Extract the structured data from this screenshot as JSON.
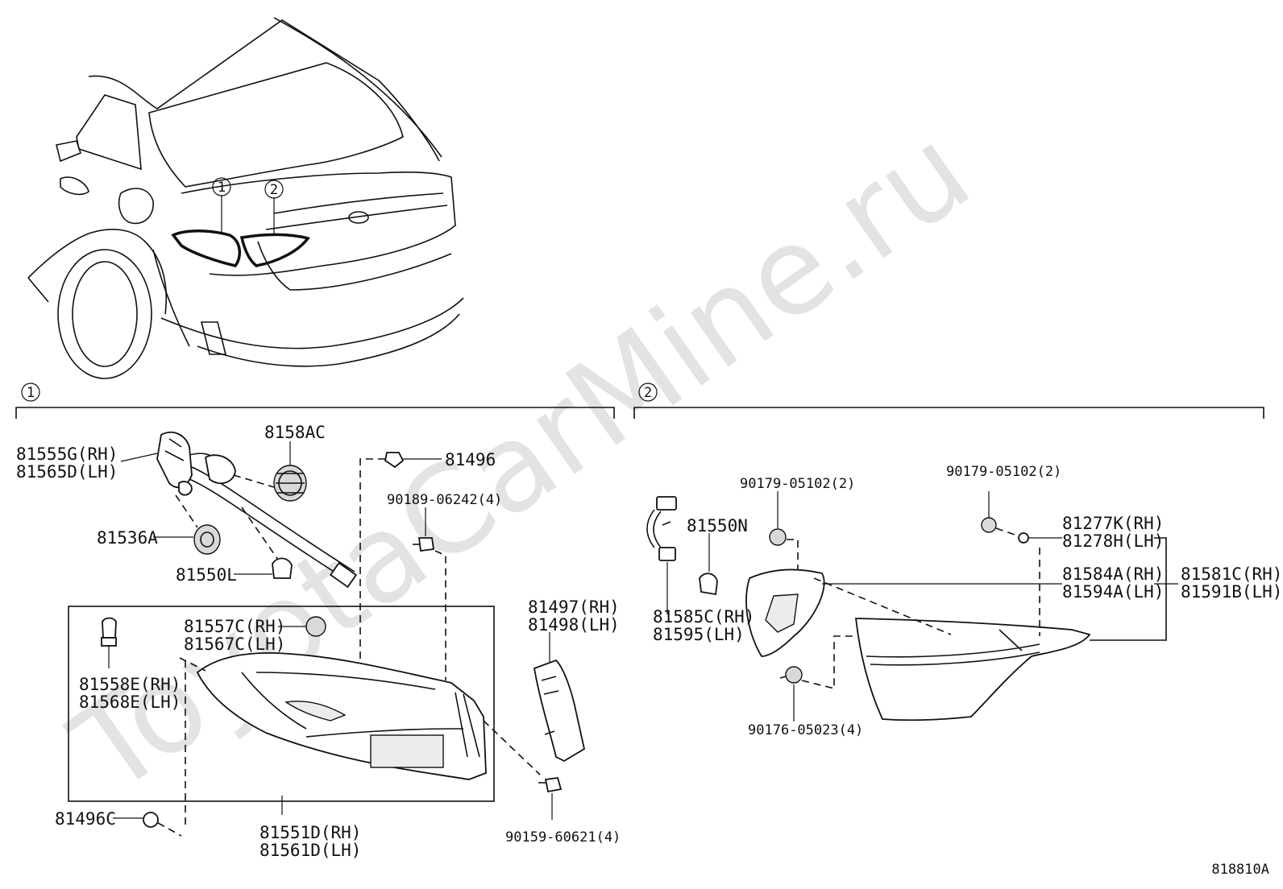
{
  "watermark": "ToyotaCarMine.ru",
  "diagram_code": "818810A",
  "car_view": {
    "callout_1": "1",
    "callout_2": "2"
  },
  "section_1": {
    "marker": "1",
    "labels": {
      "sock_rh": "81555G(RH)",
      "sock_lh": "81565D(LH)",
      "cover": "8158AC",
      "nut": "81496",
      "screw1": "90189-06242(4)",
      "socket": "81536A",
      "bulb": "81550L",
      "bracket_rh": "81497(RH)",
      "bracket_lh": "81498(LH)",
      "seal_rh": "81557C(RH)",
      "seal_lh": "81567C(LH)",
      "bulb2_rh": "81558E(RH)",
      "bulb2_lh": "81568E(LH)",
      "nut2": "81496C",
      "lamp_rh": "81551D(RH)",
      "lamp_lh": "81561D(LH)",
      "screw2": "90159-60621(4)"
    }
  },
  "section_2": {
    "marker": "2",
    "labels": {
      "clip1": "90179-05102(2)",
      "clip2": "90179-05102(2)",
      "bulb": "81550N",
      "socket_a_rh": "81277K(RH)",
      "socket_a_lh": "81278H(LH)",
      "lens_rh": "81584A(RH)",
      "lens_lh": "81594A(LH)",
      "assy_rh": "81581C(RH)",
      "assy_lh": "81591B(LH)",
      "wire_rh": "81585C(RH)",
      "wire_lh": "81595(LH)",
      "screw": "90176-05023(4)"
    }
  }
}
